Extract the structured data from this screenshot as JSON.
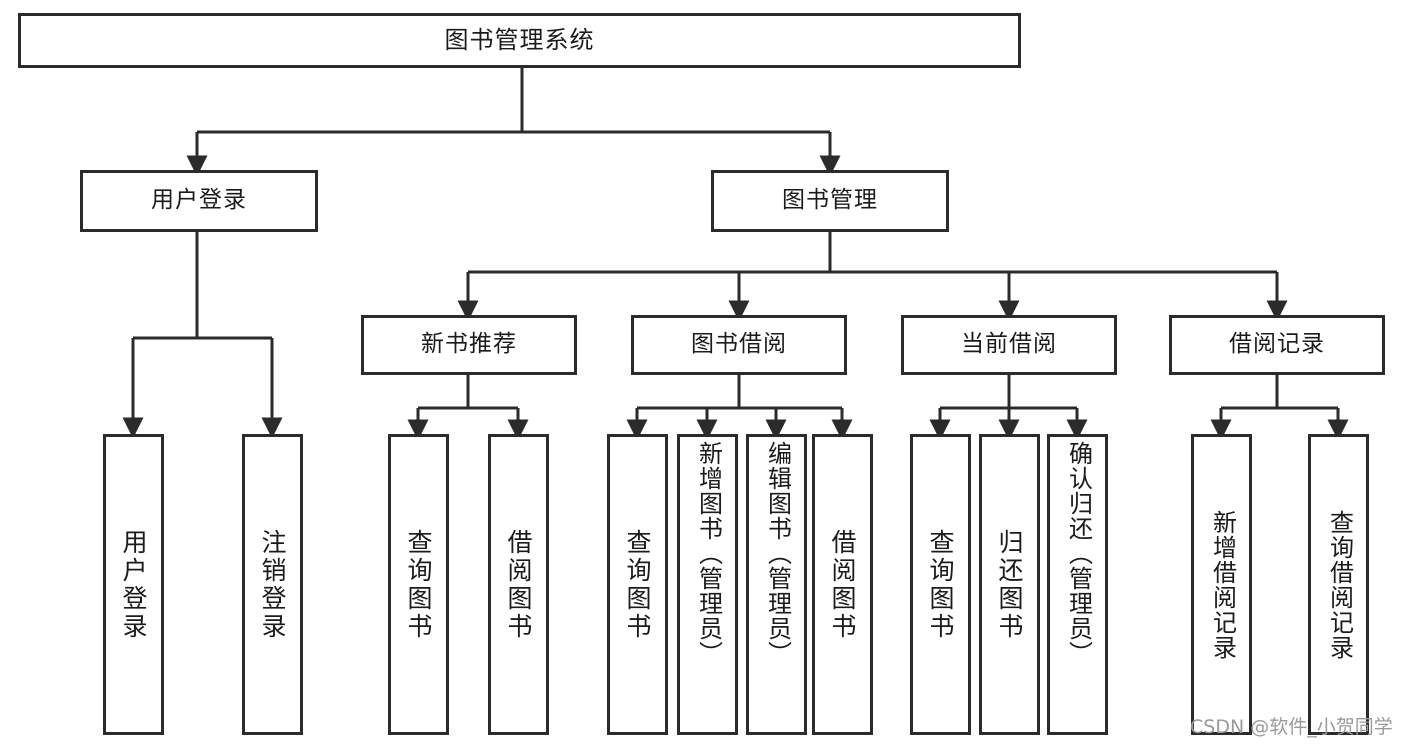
{
  "diagram": {
    "title": "图书管理系统",
    "type": "tree",
    "orientation": "top-down",
    "stroke_color": "#2b2b2b",
    "fill_color": "#ffffff",
    "background": "#ffffff",
    "text_color": "#1b1b1b",
    "levels": 4,
    "nodes": {
      "root": {
        "label": "图书管理系统"
      },
      "level2": [
        {
          "label": "用户登录"
        },
        {
          "label": "图书管理"
        }
      ],
      "level3": [
        {
          "label": "新书推荐"
        },
        {
          "label": "图书借阅"
        },
        {
          "label": "当前借阅"
        },
        {
          "label": "借阅记录"
        }
      ],
      "leaves": {
        "user_login": [
          {
            "label": "用户登录"
          },
          {
            "label": "注销登录"
          }
        ],
        "new_book": [
          {
            "label": "查询图书"
          },
          {
            "label": "借阅图书"
          }
        ],
        "book_borrow": [
          {
            "label": "查询图书"
          },
          {
            "label": "新增图书（管理员）"
          },
          {
            "label": "编辑图书（管理员）"
          },
          {
            "label": "借阅图书"
          }
        ],
        "current_borrow": [
          {
            "label": "查询图书"
          },
          {
            "label": "归还图书"
          },
          {
            "label": "确认归还（管理员）"
          }
        ],
        "borrow_record": [
          {
            "label": "新增借阅记录"
          },
          {
            "label": "查询借阅记录"
          }
        ]
      }
    }
  },
  "watermark": {
    "text": "CSDN @软件_小贺同学",
    "color": "#9a9a9a"
  }
}
